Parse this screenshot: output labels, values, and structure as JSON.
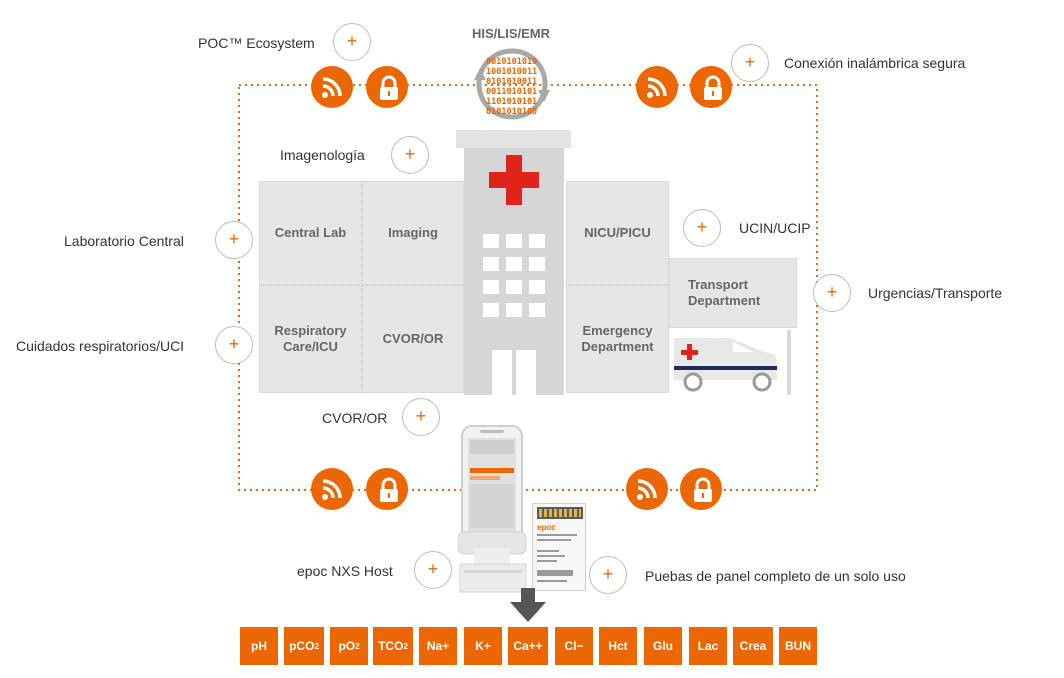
{
  "top_label": "HIS/LIS/EMR",
  "binary_lines": [
    "0010101010",
    "1001010011",
    "0101010011",
    "0011010101",
    "1101010101",
    "0101010100"
  ],
  "labels": {
    "poc_ecosystem": "POC™ Ecosystem",
    "conexion": "Conexión inalámbrica segura",
    "imagenologia": "Imagenología",
    "laboratorio": "Laboratorio Central",
    "ucin": "UCIN/UCIP",
    "urgencias": "Urgencias/Transporte",
    "cuidados": "Cuidados respiratorios/UCI",
    "cvor": "CVOR/OR",
    "epoc_host": "epoc NXS Host",
    "pruebas": "Puebas de panel completo de un solo uso"
  },
  "departments": {
    "central_lab": "Central Lab",
    "imaging": "Imaging",
    "nicu": "NICU/PICU",
    "respiratory": "Respiratory Care/ICU",
    "cvor": "CVOR/OR",
    "emergency": "Emergency Department",
    "transport": "Transport Department"
  },
  "card_logo": "epoc",
  "chips": [
    {
      "base": "pH",
      "sub": ""
    },
    {
      "base": "pCO",
      "sub": "2"
    },
    {
      "base": "pO",
      "sub": "2"
    },
    {
      "base": "TCO",
      "sub": "2"
    },
    {
      "base": "Na+",
      "sub": ""
    },
    {
      "base": "K+",
      "sub": ""
    },
    {
      "base": "Ca++",
      "sub": ""
    },
    {
      "base": "Cl−",
      "sub": ""
    },
    {
      "base": "Hct",
      "sub": ""
    },
    {
      "base": "Glu",
      "sub": ""
    },
    {
      "base": "Lac",
      "sub": ""
    },
    {
      "base": "Crea",
      "sub": ""
    },
    {
      "base": "BUN",
      "sub": ""
    }
  ],
  "plus_symbol": "+",
  "colors": {
    "accent": "#ec6602",
    "building": "#d9d9d9",
    "dept_bg": "#e6e6e6",
    "cross": "#e0241b"
  }
}
